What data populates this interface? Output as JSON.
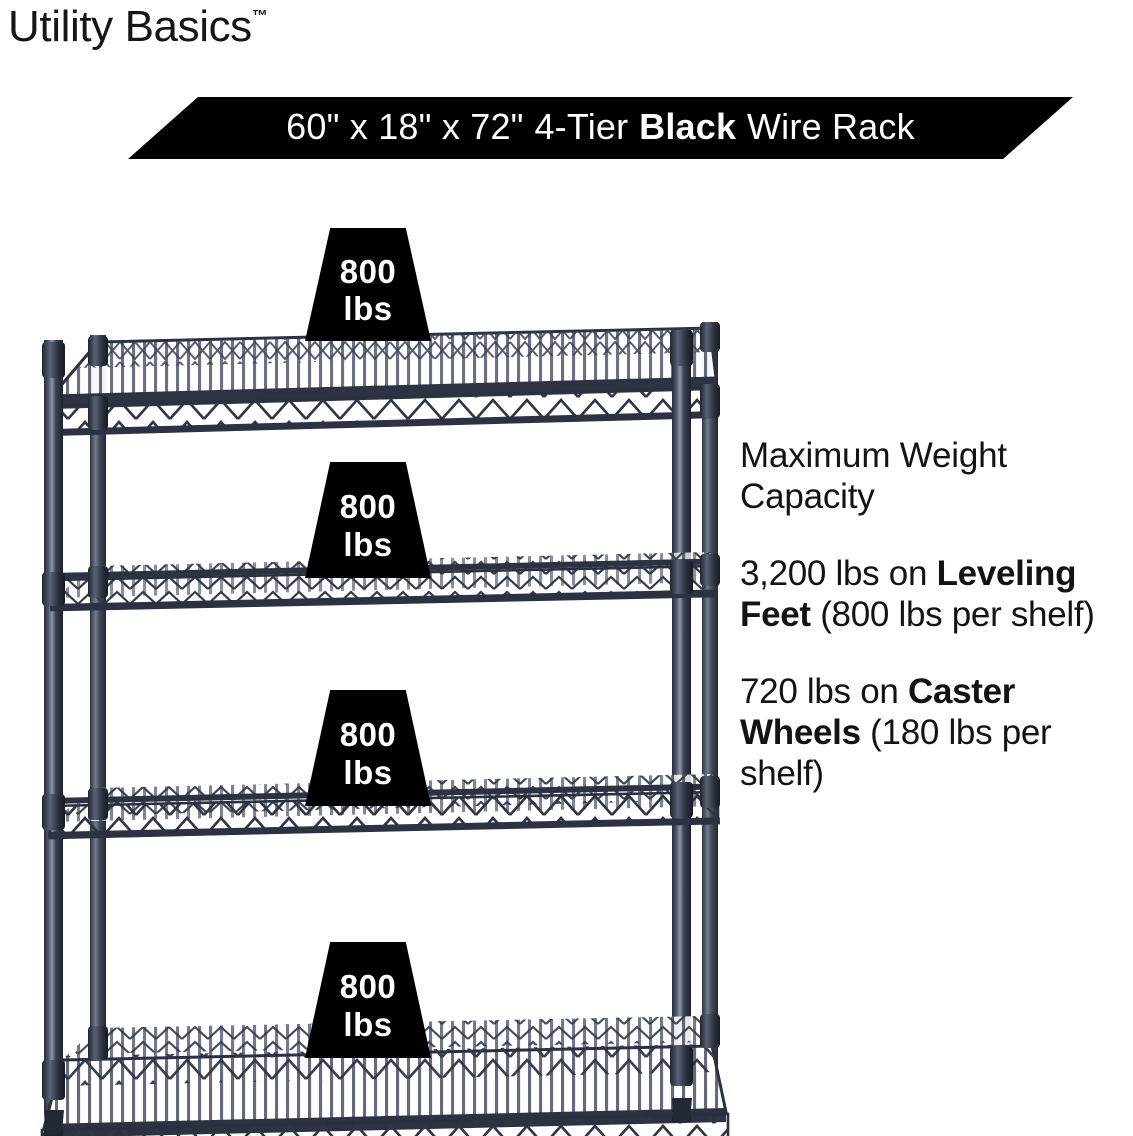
{
  "brand": {
    "name": "Utility Basics",
    "trademark": "™"
  },
  "banner": {
    "dimensions": "60\" x 18\" x 72\"",
    "tier": "4-Tier",
    "color_word": "Black",
    "product": "Wire Rack",
    "background": "#000000",
    "text_color": "#ffffff"
  },
  "capacity": {
    "heading_line1": "Maximum Weight",
    "heading_line2": "Capacity",
    "leveling": {
      "total": "3,200 lbs",
      "on": "on",
      "mode": "Leveling Feet",
      "per_shelf": "(800 lbs per shelf)"
    },
    "caster": {
      "total": "720 lbs",
      "on": "on",
      "mode": "Caster Wheels",
      "per_shelf": "(180 lbs per shelf)"
    }
  },
  "rack": {
    "tiers": 4,
    "frame_color": "#2b3040",
    "highlight_color": "#6e7689",
    "wire_color": "#31384a",
    "shelf_badges": [
      {
        "value": "800",
        "unit": "lbs"
      },
      {
        "value": "800",
        "unit": "lbs"
      },
      {
        "value": "800",
        "unit": "lbs"
      },
      {
        "value": "800",
        "unit": "lbs"
      }
    ]
  },
  "chart_data": {
    "type": "table",
    "title": "Maximum Weight Capacity",
    "categories": [
      "Leveling Feet total",
      "Leveling Feet per shelf",
      "Caster Wheels total",
      "Caster Wheels per shelf"
    ],
    "values": [
      3200,
      800,
      720,
      180
    ],
    "unit": "lbs",
    "ylabel": "Weight capacity (lbs)"
  }
}
